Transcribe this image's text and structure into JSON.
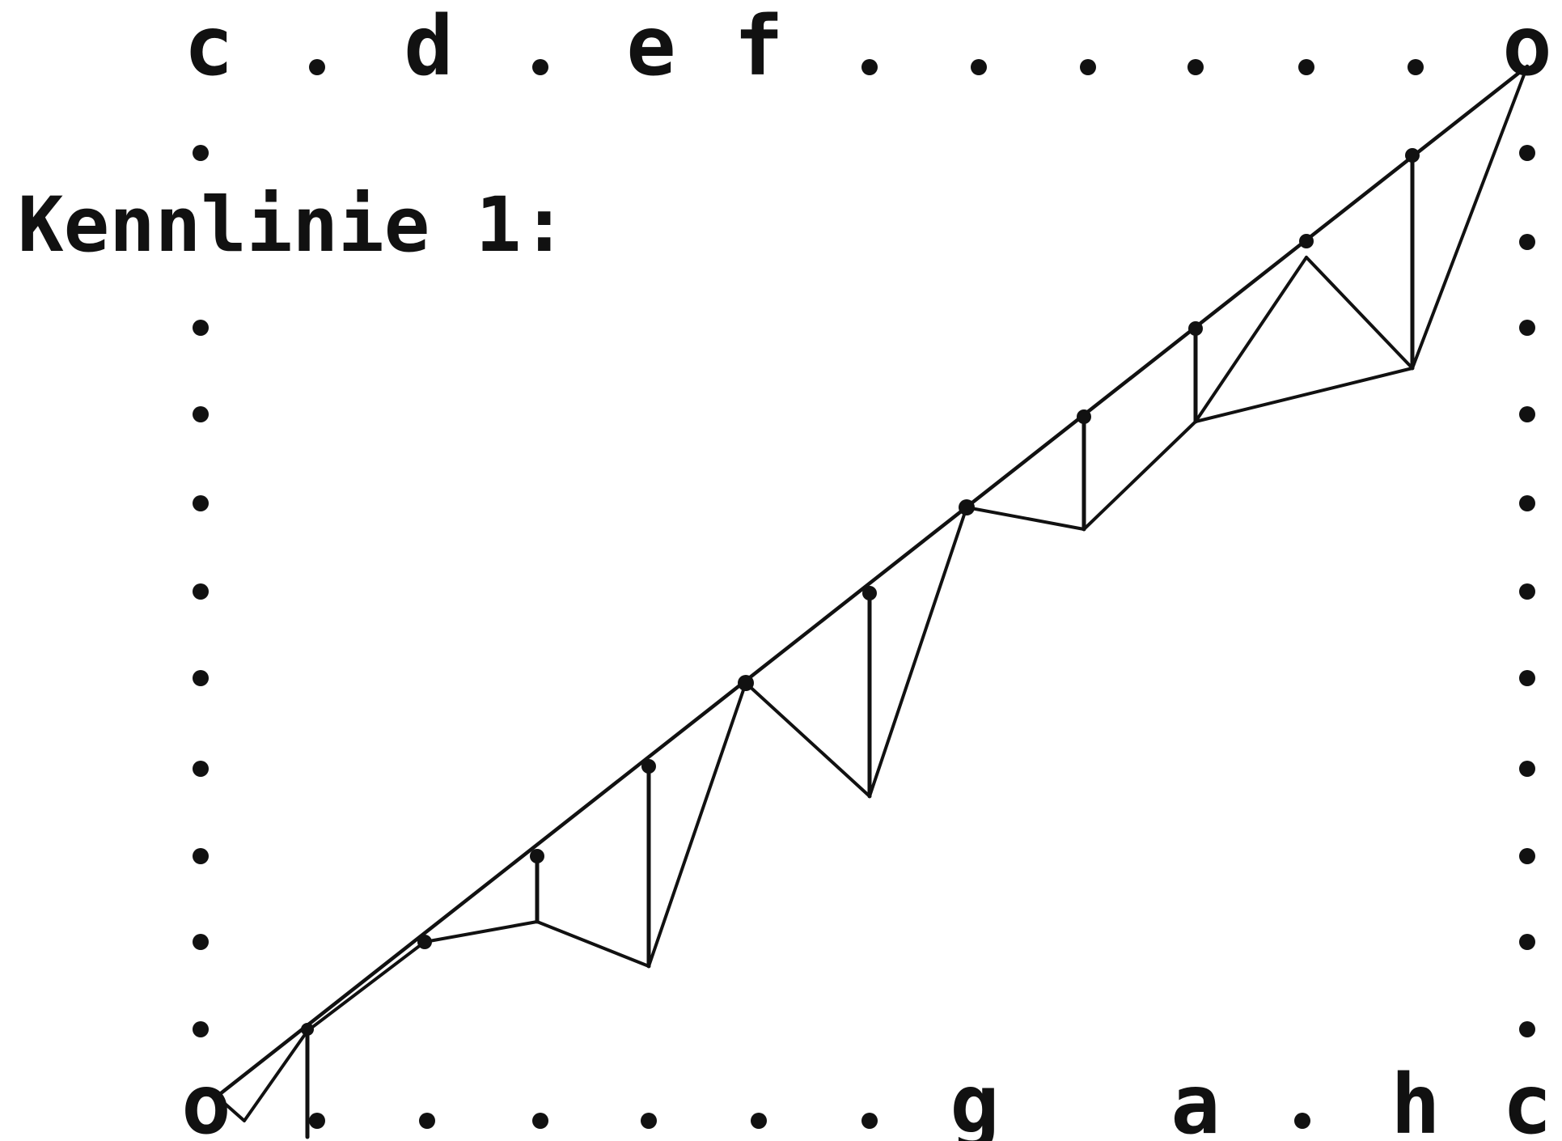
{
  "title": "Kennlinie 1:",
  "top_labels": [
    "c",
    "d",
    "e",
    "f",
    "o"
  ],
  "bottom_labels": [
    "o",
    "g",
    "a",
    "h",
    "c"
  ],
  "colors": {
    "ink": "#111111",
    "paper": "#ffffff"
  }
}
